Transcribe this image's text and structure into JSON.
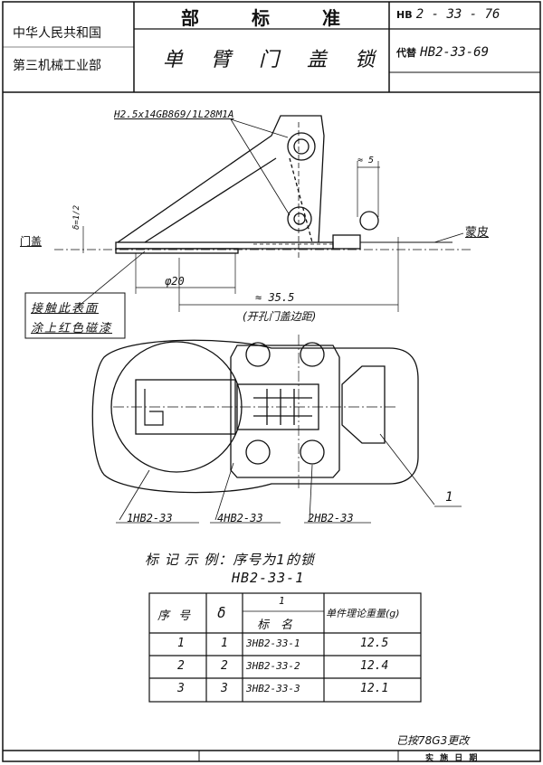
{
  "header": {
    "left_top": "中华人民共和国",
    "left_bottom": "第三机械工业部",
    "center_top": "部　　标　　准",
    "center_bottom": "单 臂 门 盖 锁",
    "std_prefix": "HB",
    "std_number": "2 - 33 - 76",
    "replace_prefix": "代替",
    "replace_number": "HB2-33-69"
  },
  "drawing": {
    "thread_callout": "H2.5x14GB869/1L28M1A",
    "dim_5": "≈ 5",
    "left_label": "门盖",
    "delta_label": "δ=1/2",
    "leather_label": "蒙皮",
    "phi_label": "φ20",
    "dim_35": "≈ 35.5",
    "dim_35_note": "(开孔门盖边距)",
    "note_line1": "接触此表面",
    "note_line2": "涂上红色磁漆",
    "part_1hb": "1HB2-33",
    "part_4hb": "4HB2-33",
    "part_2hb": "2HB2-33",
    "balloon_1": "1"
  },
  "example": {
    "title": "标 记 示 例：序号为1的锁",
    "code": "HB2-33-1"
  },
  "table": {
    "headers": [
      "序 号",
      "δ",
      "1",
      "标　名",
      "单件理论重量(g)"
    ],
    "rows": [
      [
        "1",
        "1",
        "3HB2-33-1",
        "12.5"
      ],
      [
        "2",
        "2",
        "3HB2-33-2",
        "12.4"
      ],
      [
        "3",
        "3",
        "3HB2-33-3",
        "12.1"
      ]
    ]
  },
  "footer": {
    "note": "已按78G3更改",
    "corner": "实 施 日 期"
  }
}
